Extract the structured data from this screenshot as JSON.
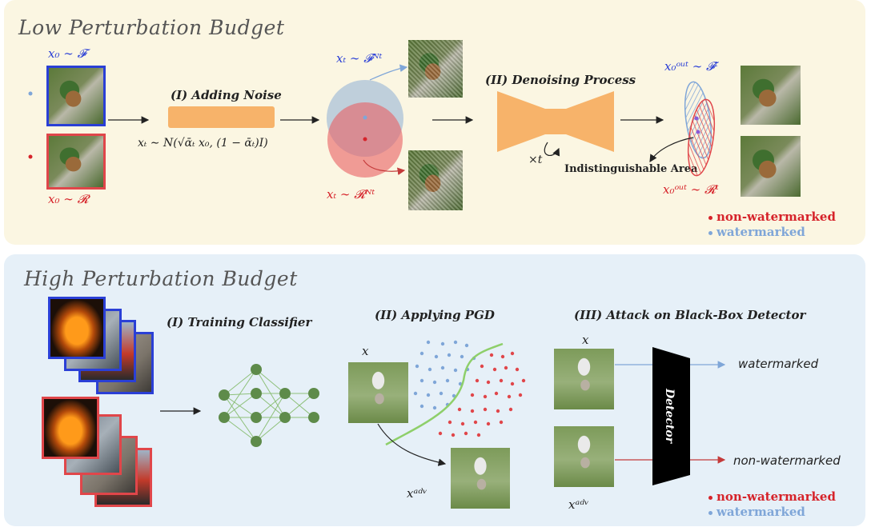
{
  "low_panel": {
    "title": "Low Perturbation Budget",
    "step1_label": "(I) Adding Noise",
    "step2_label": "(II) Denoising Process",
    "x0_F": "x₀ ∼ 𝓕",
    "x0_R": "x₀ ∼ 𝓡",
    "noise_formula": "xₜ ∼ N(√ᾱₜ x₀, (1 − ᾱₜ)I)",
    "xt_FN": "xₜ ∼ 𝓕ᴺᵗ",
    "xt_RN": "xₜ ∼ 𝓡ᴺᵗ",
    "times_t": "×t",
    "x0out_F": "x₀ᵒᵘᵗ ∼ 𝓕ᵗ",
    "x0out_R": "x₀ᵒᵘᵗ ∼ 𝓡ᵗ",
    "indistinguishable": "Indistinguishable Area",
    "legend_red": "non-watermarked",
    "legend_blue": "watermarked"
  },
  "high_panel": {
    "title": "High Perturbation Budget",
    "step1_label": "(I) Training Classifier",
    "step2_label": "(II) Applying PGD",
    "step3_label": "(III) Attack on Black-Box Detector",
    "x_label": "x",
    "x_adv_label": "xᵃᵈᵛ",
    "x_label_2": "x",
    "x_adv_label_2": "xᵃᵈᵛ",
    "detector": "Detector",
    "out_watermarked": "watermarked",
    "out_non_watermarked": "non-watermarked",
    "legend_red": "non-watermarked",
    "legend_blue": "watermarked"
  },
  "colors": {
    "blue": "#2a3fd6",
    "red": "#d6232a",
    "light_blue": "#7fa6d8",
    "orange": "#f7b36a",
    "green": "#5e8b4a"
  }
}
